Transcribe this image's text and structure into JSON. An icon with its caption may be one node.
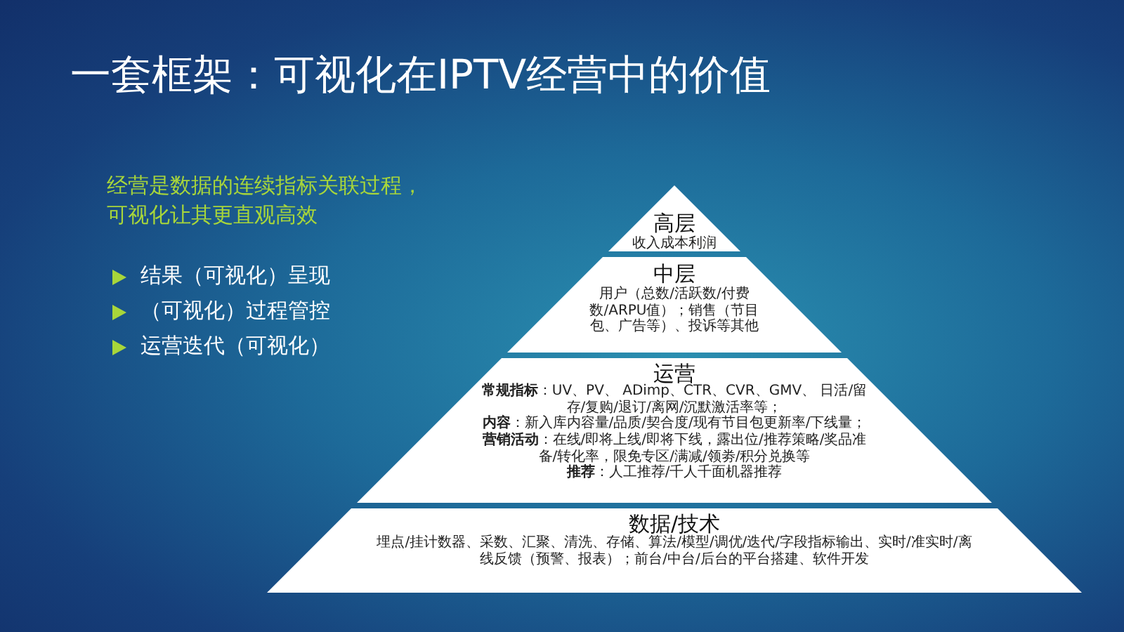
{
  "diagram": {
    "title": "一套框架：可视化在IPTV经营中的价值",
    "nodes": [
      {
        "text": [
          "高层",
          "收入成本利润"
        ]
      },
      {
        "text": [
          "中层",
          "用户（总数/活跃数/付费数/ARPU值）；销售（节目包、广告等）、投诉等其他"
        ]
      },
      {
        "text": [
          "运营",
          "**常规指标**：UV、PV、 ADimp、CTR、CVR、GMV、 日活/留存/复购/退订/离网/沉默激活率等；",
          "**内容**：新入库内容量/品质/契合度/现有节目包更新率/下线量；",
          "**营销活动**：在线/即将上线/即将下线，露出位/推荐策略/奖品准备/转化率，限免专区/满减/领劵/积分兑换等",
          "**推荐**：人工推荐/千人千面机器推荐"
        ]
      },
      {
        "text": [
          "数据/技术",
          "埋点/挂计数器、采数、汇聚、清洗、存储、算法/模型/调优/迭代/字段指标输出、实时/准实时/离线反馈（预警、报表）；前台/中台/后台的平台搭建、软件开发"
        ]
      }
    ],
    "labels": [
      "经营是数据的连续指标关联过程，可视化让其更直观高效",
      "结果（可视化）呈现",
      "（可视化）过程管控",
      "运营迭代（可视化）"
    ]
  }
}
